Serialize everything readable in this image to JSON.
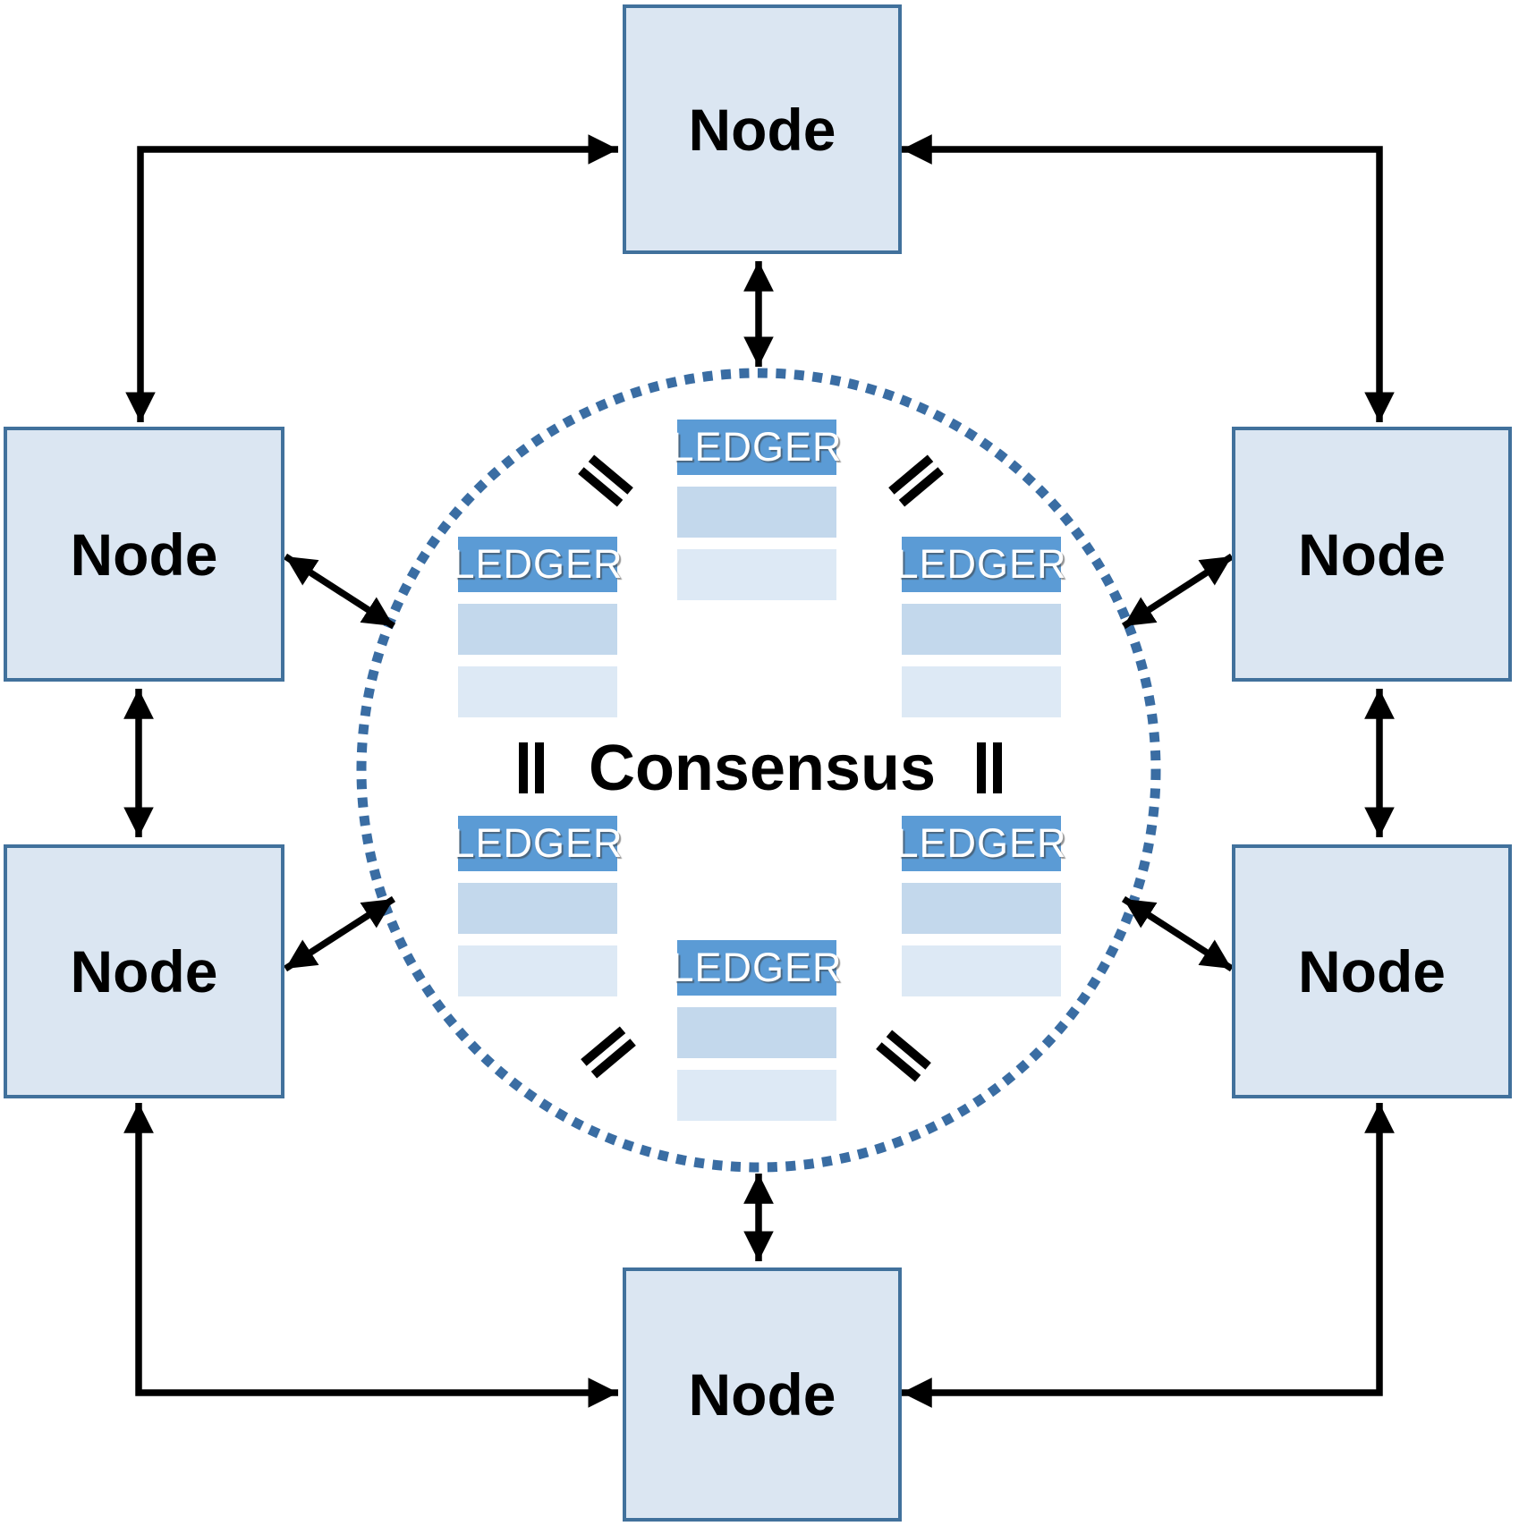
{
  "center": {
    "consensus_label": "Consensus",
    "circle_style": "dotted",
    "equals_mark_symbol": "=",
    "equals_mark_count": 6,
    "equals_mark_positions": [
      "upper-left",
      "upper-right",
      "left",
      "right",
      "lower-left",
      "lower-right"
    ]
  },
  "nodes": [
    {
      "id": "top",
      "label": "Node"
    },
    {
      "id": "left-upper",
      "label": "Node"
    },
    {
      "id": "left-lower",
      "label": "Node"
    },
    {
      "id": "right-upper",
      "label": "Node"
    },
    {
      "id": "right-lower",
      "label": "Node"
    },
    {
      "id": "bottom",
      "label": "Node"
    }
  ],
  "ledgers": [
    {
      "id": "top-center",
      "label": "LEDGER",
      "rows": 2
    },
    {
      "id": "upper-left",
      "label": "LEDGER",
      "rows": 2
    },
    {
      "id": "upper-right",
      "label": "LEDGER",
      "rows": 2
    },
    {
      "id": "lower-left",
      "label": "LEDGER",
      "rows": 2
    },
    {
      "id": "lower-right",
      "label": "LEDGER",
      "rows": 2
    },
    {
      "id": "bottom-center",
      "label": "LEDGER",
      "rows": 2
    }
  ],
  "connections": [
    {
      "from": "node-top",
      "to": "node-left-upper",
      "bidirectional": true,
      "shape": "L"
    },
    {
      "from": "node-top",
      "to": "node-right-upper",
      "bidirectional": true,
      "shape": "L"
    },
    {
      "from": "node-bottom",
      "to": "node-left-lower",
      "bidirectional": true,
      "shape": "L"
    },
    {
      "from": "node-bottom",
      "to": "node-right-lower",
      "bidirectional": true,
      "shape": "L"
    },
    {
      "from": "node-left-upper",
      "to": "node-left-lower",
      "bidirectional": true,
      "shape": "straight"
    },
    {
      "from": "node-right-upper",
      "to": "node-right-lower",
      "bidirectional": true,
      "shape": "straight"
    },
    {
      "from": "node-top",
      "to": "consensus-circle",
      "bidirectional": true,
      "shape": "straight"
    },
    {
      "from": "node-bottom",
      "to": "consensus-circle",
      "bidirectional": true,
      "shape": "straight"
    },
    {
      "from": "node-left-upper",
      "to": "consensus-circle",
      "bidirectional": true,
      "shape": "diagonal"
    },
    {
      "from": "node-left-lower",
      "to": "consensus-circle",
      "bidirectional": true,
      "shape": "diagonal"
    },
    {
      "from": "node-right-upper",
      "to": "consensus-circle",
      "bidirectional": true,
      "shape": "diagonal"
    },
    {
      "from": "node-right-lower",
      "to": "consensus-circle",
      "bidirectional": true,
      "shape": "diagonal"
    }
  ],
  "colors": {
    "node_fill": "#dbe6f2",
    "node_border": "#41719c",
    "ledger_header": "#5b9bd5",
    "ledger_row_mid": "#c3d8ec",
    "ledger_row_light": "#dde9f5",
    "circle_dot": "#3a6da3",
    "arrow": "#000000",
    "text": "#000000",
    "ledger_text": "#ffffff"
  }
}
